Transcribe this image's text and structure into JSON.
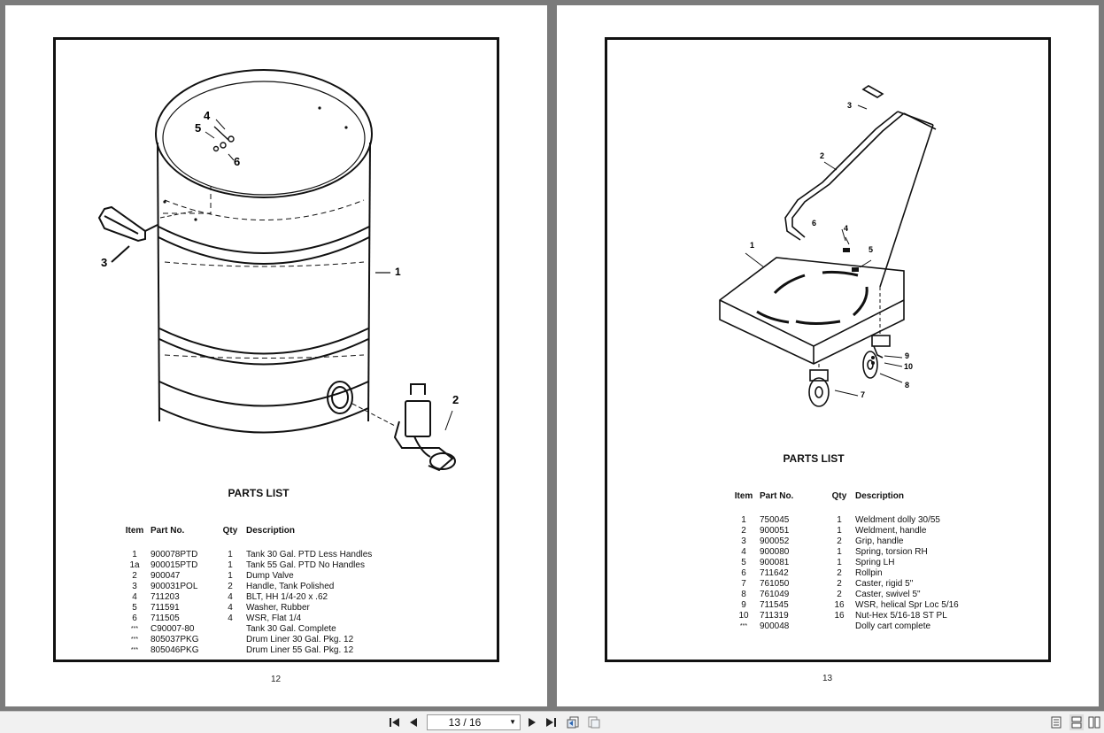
{
  "left_page": {
    "parts_list_title": "PARTS LIST",
    "headers": {
      "item": "Item",
      "part_no": "Part No.",
      "qty": "Qty",
      "description": "Description"
    },
    "rows": [
      {
        "item": "1",
        "part_no": "900078PTD",
        "qty": "1",
        "description": "Tank 30 Gal. PTD Less Handles"
      },
      {
        "item": "1a",
        "part_no": "900015PTD",
        "qty": "1",
        "description": "Tank 55 Gal. PTD No Handles"
      },
      {
        "item": "2",
        "part_no": "900047",
        "qty": "1",
        "description": "Dump Valve"
      },
      {
        "item": "3",
        "part_no": "900031POL",
        "qty": "2",
        "description": "Handle, Tank Polished"
      },
      {
        "item": "4",
        "part_no": "711203",
        "qty": "4",
        "description": "BLT, HH 1/4-20 x .62"
      },
      {
        "item": "5",
        "part_no": "711591",
        "qty": "4",
        "description": "Washer, Rubber"
      },
      {
        "item": "6",
        "part_no": "711505",
        "qty": "4",
        "description": "WSR, Flat 1/4"
      },
      {
        "item": "***",
        "part_no": "C90007-80",
        "qty": "",
        "description": "Tank 30 Gal. Complete"
      },
      {
        "item": "***",
        "part_no": "805037PKG",
        "qty": "",
        "description": "Drum Liner 30 Gal. Pkg. 12"
      },
      {
        "item": "***",
        "part_no": "805046PKG",
        "qty": "",
        "description": "Drum Liner 55 Gal. Pkg. 12"
      }
    ],
    "callouts": {
      "c1": "1",
      "c2": "2",
      "c3": "3",
      "c4": "4",
      "c5": "5",
      "c6": "6"
    },
    "page_number": "12"
  },
  "right_page": {
    "parts_list_title": "PARTS LIST",
    "headers": {
      "item": "Item",
      "part_no": "Part No.",
      "qty": "Qty",
      "description": "Description"
    },
    "rows": [
      {
        "item": "1",
        "part_no": "750045",
        "qty": "1",
        "description": "Weldment dolly 30/55"
      },
      {
        "item": "2",
        "part_no": "900051",
        "qty": "1",
        "description": "Weldment, handle"
      },
      {
        "item": "3",
        "part_no": "900052",
        "qty": "2",
        "description": "Grip, handle"
      },
      {
        "item": "4",
        "part_no": "900080",
        "qty": "1",
        "description": "Spring, torsion RH"
      },
      {
        "item": "5",
        "part_no": "900081",
        "qty": "1",
        "description": "Spring LH"
      },
      {
        "item": "6",
        "part_no": "711642",
        "qty": "2",
        "description": "Rollpin"
      },
      {
        "item": "7",
        "part_no": "761050",
        "qty": "2",
        "description": "Caster, rigid 5\""
      },
      {
        "item": "8",
        "part_no": "761049",
        "qty": "2",
        "description": "Caster, swivel 5\""
      },
      {
        "item": "9",
        "part_no": "711545",
        "qty": "16",
        "description": "WSR, helical Spr Loc 5/16"
      },
      {
        "item": "10",
        "part_no": "711319",
        "qty": "16",
        "description": "Nut-Hex 5/16-18 ST PL"
      },
      {
        "item": "***",
        "part_no": "900048",
        "qty": "",
        "description": "Dolly cart complete"
      }
    ],
    "callouts": {
      "c1": "1",
      "c2": "2",
      "c3": "3",
      "c4": "4",
      "c5": "5",
      "c6": "6",
      "c7": "7",
      "c8": "8",
      "c9": "9",
      "c10": "10"
    },
    "page_number": "13"
  },
  "toolbar": {
    "page_indicator": "13 / 16",
    "icons": [
      "first-page-icon",
      "previous-page-icon",
      "next-page-icon",
      "last-page-icon",
      "back-view-icon",
      "forward-view-icon",
      "single-page-icon",
      "continuous-page-icon",
      "facing-pages-icon"
    ]
  }
}
